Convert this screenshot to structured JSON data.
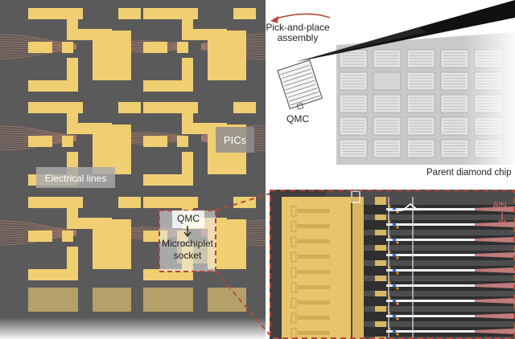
{
  "labels": {
    "pics": "PICs",
    "electrical_lines": "Electrical lines",
    "qmc_socket": "QMC",
    "microchiplet_line1": "Microchiplet",
    "microchiplet_line2": "socket",
    "pick_place_line1": "Pick-and-place",
    "pick_place_line2": "assembly",
    "qmc_inset": "QMC",
    "parent_chip": "Parent diamond chip",
    "aln": "AlN"
  },
  "colors": {
    "substrate": "#5a5a5a",
    "gold": "#f0cf72",
    "wire": "#c8846e",
    "callout": "#b5483a",
    "diamond": "#c9c9c9",
    "aln_line": "#d88a8a"
  },
  "icons": {
    "needle": "probe-needle-icon",
    "arrow": "curved-arrow-icon"
  }
}
